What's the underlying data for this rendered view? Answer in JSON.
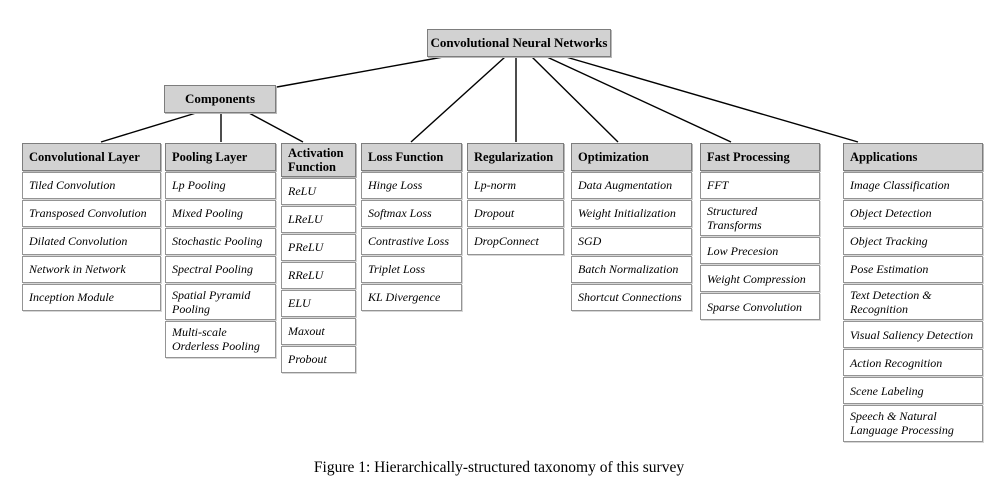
{
  "figure": {
    "root_label": "Convolutional Neural Networks",
    "components_label": "Components",
    "caption": "Figure 1: Hierarchically-structured taxonomy of this survey"
  },
  "columns": [
    {
      "header": "Convolutional Layer",
      "items": [
        "Tiled Convolution",
        "Transposed Convolution",
        "Dilated Convolution",
        "Network in Network",
        "Inception Module"
      ]
    },
    {
      "header": "Pooling Layer",
      "items": [
        "Lp Pooling",
        "Mixed Pooling",
        "Stochastic Pooling",
        "Spectral Pooling",
        "Spatial Pyramid Pooling",
        "Multi-scale Orderless Pooling"
      ]
    },
    {
      "header": "Activation Function",
      "items": [
        "ReLU",
        "LReLU",
        "PReLU",
        "RReLU",
        "ELU",
        "Maxout",
        "Probout"
      ]
    },
    {
      "header": "Loss Function",
      "items": [
        "Hinge Loss",
        "Softmax Loss",
        "Contrastive Loss",
        "Triplet Loss",
        "KL Divergence"
      ]
    },
    {
      "header": "Regularization",
      "items": [
        "Lp-norm",
        "Dropout",
        "DropConnect"
      ]
    },
    {
      "header": "Optimization",
      "items": [
        "Data Augmentation",
        "Weight Initialization",
        "SGD",
        "Batch Normalization",
        "Shortcut Connections"
      ]
    },
    {
      "header": "Fast Processing",
      "items": [
        "FFT",
        "Structured Transforms",
        "Low Precesion",
        "Weight Compression",
        "Sparse Convolution"
      ]
    },
    {
      "header": "Applications",
      "items": [
        "Image Classification",
        "Object Detection",
        "Object Tracking",
        "Pose Estimation",
        "Text Detection & Recognition",
        "Visual Saliency Detection",
        "Action Recognition",
        "Scene Labeling",
        "Speech & Natural Language Processing"
      ]
    }
  ],
  "colors": {
    "box_fill": "#d2d2d2",
    "box_border": "#7d7d7d",
    "cell_border": "#949494",
    "connector": "#000000",
    "background": "#ffffff"
  }
}
